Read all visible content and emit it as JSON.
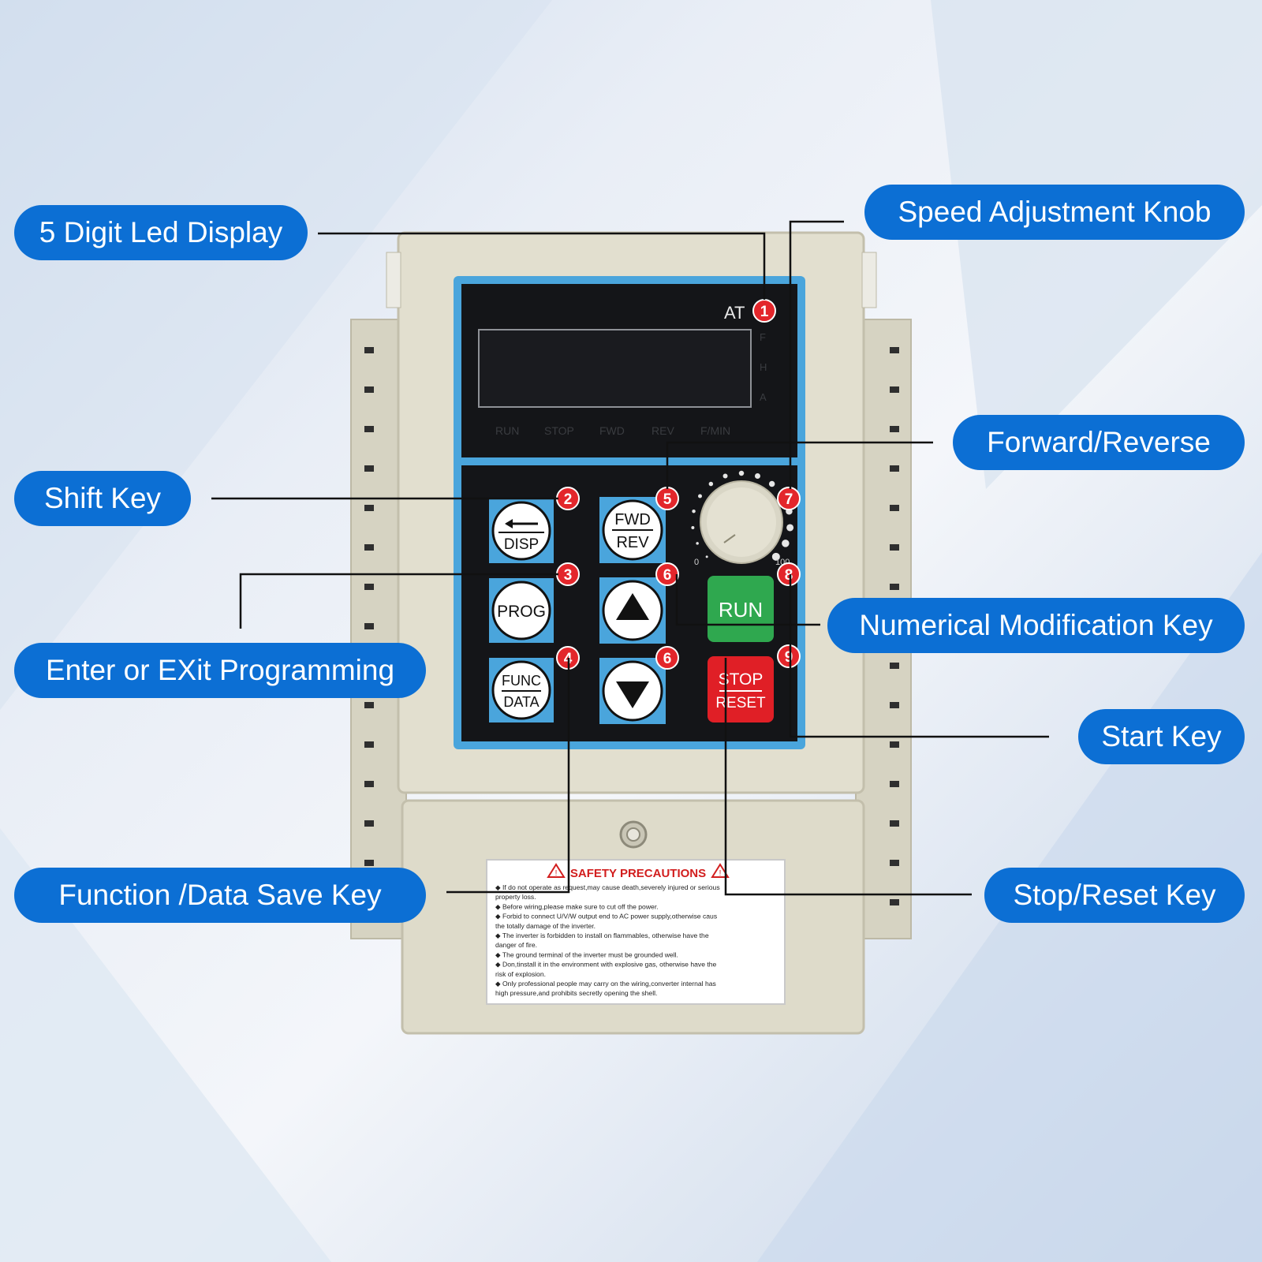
{
  "callouts": {
    "led_display": "5 Digit Led Display",
    "speed_knob": "Speed Adjustment Knob",
    "forward_reverse": "Forward/Reverse",
    "shift_key": "Shift Key",
    "enter_exit_programming": "Enter or EXit Programming",
    "numerical_modification": "Numerical Modification Key",
    "start_key": "Start Key",
    "function_data_save": "Function /Data Save Key",
    "stop_reset_key": "Stop/Reset Key"
  },
  "device": {
    "display": {
      "at_label": "AT",
      "side_indicators": [
        "F",
        "H",
        "A"
      ],
      "status_indicators": [
        "RUN",
        "STOP",
        "FWD",
        "REV",
        "F/MIN"
      ]
    },
    "keys": {
      "disp": "DISP",
      "prog": "PROG",
      "func": "FUNC",
      "data": "DATA",
      "fwd": "FWD",
      "rev": "REV",
      "run": "RUN",
      "stop": "STOP",
      "reset": "RESET"
    },
    "knob_scale": {
      "min": "0",
      "max": "100"
    },
    "markers": [
      "1",
      "2",
      "3",
      "4",
      "5",
      "6",
      "6",
      "7",
      "8",
      "9"
    ],
    "safety": {
      "title": "SAFETY PRECAUTIONS",
      "lines": [
        "◆ If do not operate as request,may cause death,severely injured or serious",
        "   property loss.",
        "◆ Before wiring,please make sure to cut off the power.",
        "◆ Forbid to connect U/V/W output end to AC power supply,otherwise caus",
        "   the totally damage of the inverter.",
        "◆ The inverter is forbidden to install on flammables, otherwise have the",
        "   danger of fire.",
        "◆ The ground terminal of the inverter must be grounded well.",
        "◆ Don,tinstall it in the environment with explosive gas, otherwise have the",
        "   risk of explosion.",
        "◆ Only professional people may carry on the wiring,converter internal has",
        "   high pressure,and prohibits secretly opening the shell."
      ]
    }
  },
  "colors": {
    "callout_blue": "#0c6fd4",
    "housing": "#ddd9c8",
    "panel_blue": "#4aa5dc",
    "run_green": "#2fa84f",
    "stop_red": "#e01f26",
    "marker_red": "#e3262b"
  }
}
